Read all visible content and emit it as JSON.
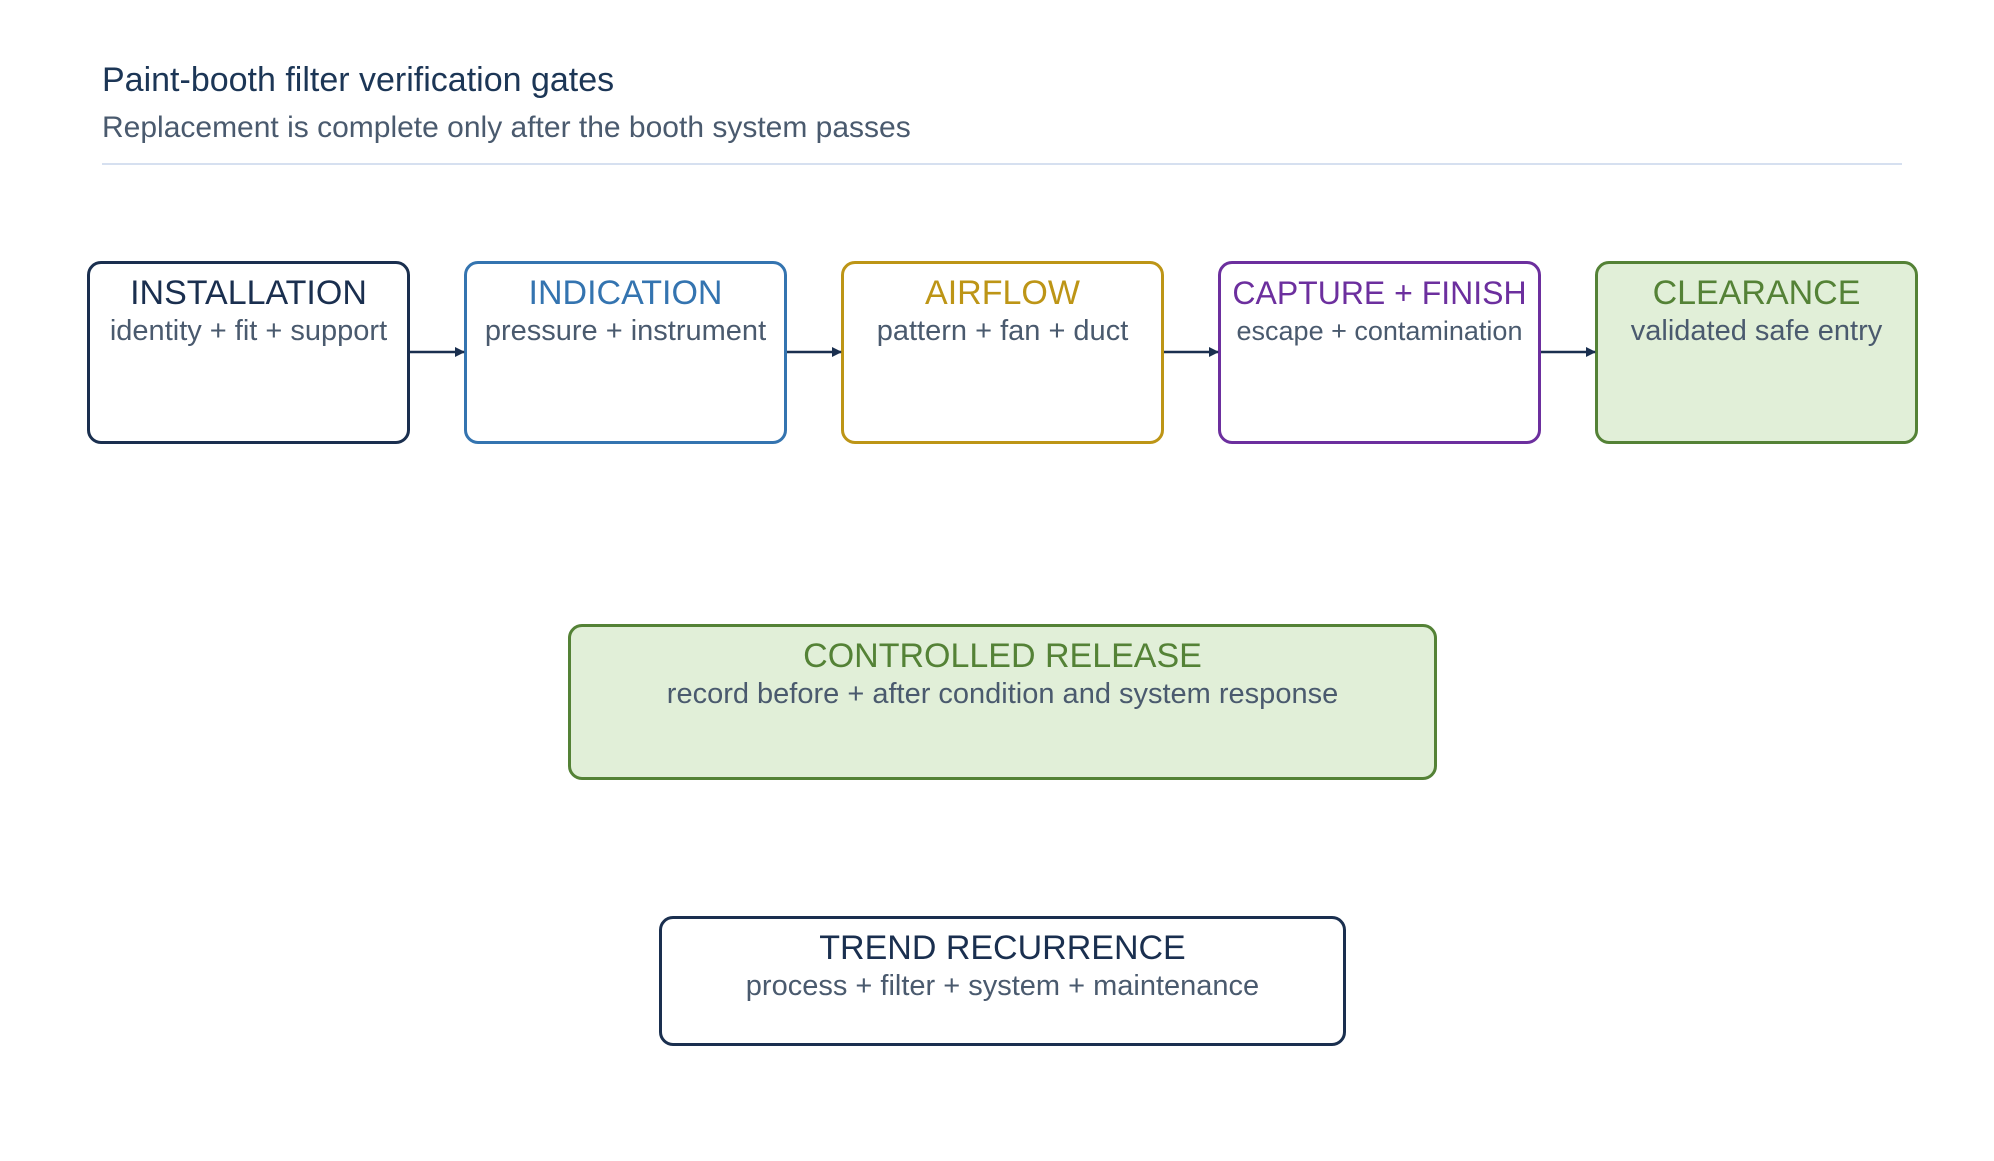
{
  "header": {
    "title": "Paint-booth filter verification gates",
    "subtitle": "Replacement is complete only after the booth system passes"
  },
  "colors": {
    "installation": "#1a2f4f",
    "indication": "#3474b0",
    "airflow": "#bd9516",
    "capture_finish": "#6c2f9e",
    "clearance": "#548236",
    "clearance_fill": "#e1efd8",
    "text_muted": "#4a5a6e",
    "rule": "#d6e0f0"
  },
  "gates": [
    {
      "title": "INSTALLATION",
      "detail": "identity + fit + support"
    },
    {
      "title": "INDICATION",
      "detail": "pressure + instrument"
    },
    {
      "title": "AIRFLOW",
      "detail": "pattern + fan + duct"
    },
    {
      "title": "CAPTURE + FINISH",
      "detail": "escape + contamination"
    },
    {
      "title": "CLEARANCE",
      "detail": "validated safe entry"
    }
  ],
  "release": {
    "title": "CONTROLLED RELEASE",
    "detail": "record before + after condition and system response"
  },
  "trend": {
    "title": "TREND RECURRENCE",
    "detail": "process + filter + system + maintenance"
  }
}
